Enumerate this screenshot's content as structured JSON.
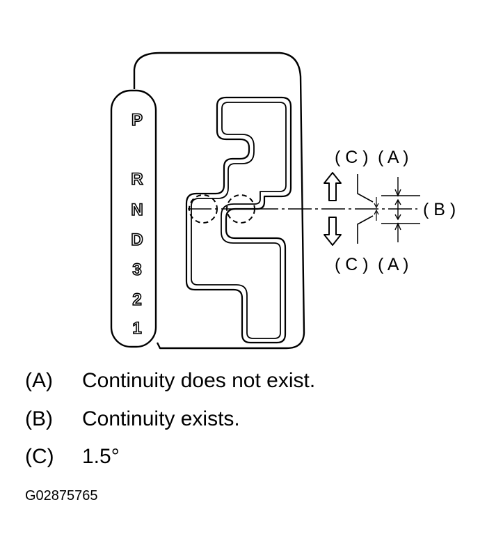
{
  "diagram": {
    "gate_positions": [
      "P",
      "R",
      "N",
      "D",
      "3",
      "2",
      "1"
    ],
    "callouts": {
      "top_c": "( C )",
      "top_a": "( A )",
      "right_b": "( B )",
      "bottom_c": "( C )",
      "bottom_a": "( A )"
    }
  },
  "legend": [
    {
      "key": "(A)",
      "text": "Continuity does not exist."
    },
    {
      "key": "(B)",
      "text": "Continuity exists."
    },
    {
      "key": "(C)",
      "text": "1.5°"
    }
  ],
  "figure_code": "G02875765"
}
